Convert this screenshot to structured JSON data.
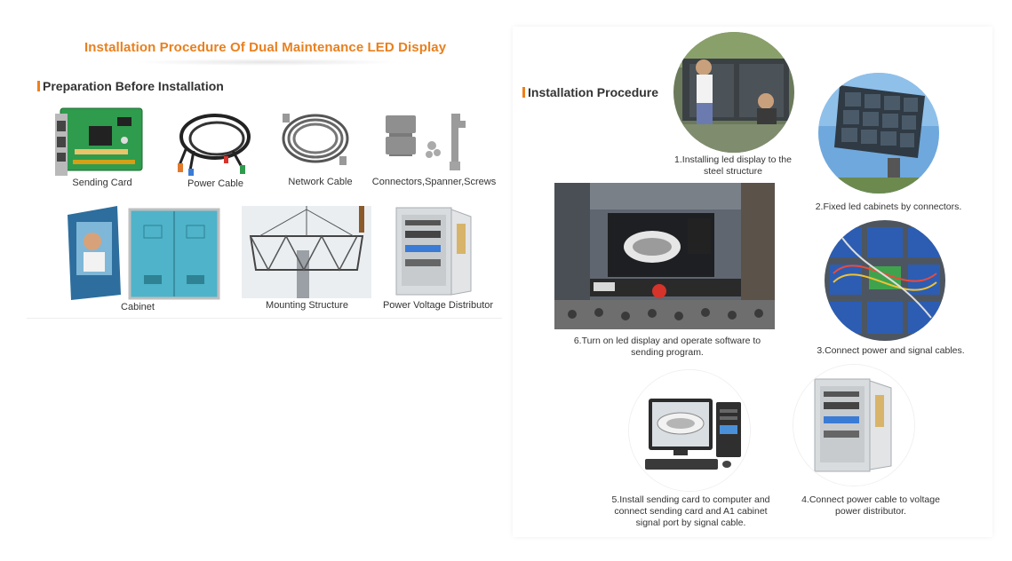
{
  "header": {
    "title": "Installation Procedure Of  Dual Maintenance LED Display"
  },
  "preparation": {
    "heading": "Preparation Before Installation",
    "items": [
      {
        "label": "Sending Card"
      },
      {
        "label": "Power Cable"
      },
      {
        "label": "Network Cable"
      },
      {
        "label": "Connectors,Spanner,Screws"
      },
      {
        "label": "Cabinet"
      },
      {
        "label": "Mounting Structure"
      },
      {
        "label": "Power Voltage Distributor"
      }
    ]
  },
  "procedure": {
    "heading": "Installation Procedure",
    "steps": [
      {
        "line1": "1.Installing led display to the",
        "line2": "steel structure"
      },
      {
        "line1": "2.Fixed led cabinets by connectors."
      },
      {
        "line1": "3.Connect power and signal cables."
      },
      {
        "line1": "4.Connect power cable to voltage",
        "line2": "power distributor."
      },
      {
        "line1": "5.Install sending card to computer and",
        "line2": "connect sending card and A1 cabinet",
        "line3": "signal port by signal cable."
      },
      {
        "line1": "6.Turn on led display and operate software to",
        "line2": "sending program."
      }
    ]
  },
  "colors": {
    "accent": "#e8801e",
    "heading_bar": "#f07f1a"
  }
}
